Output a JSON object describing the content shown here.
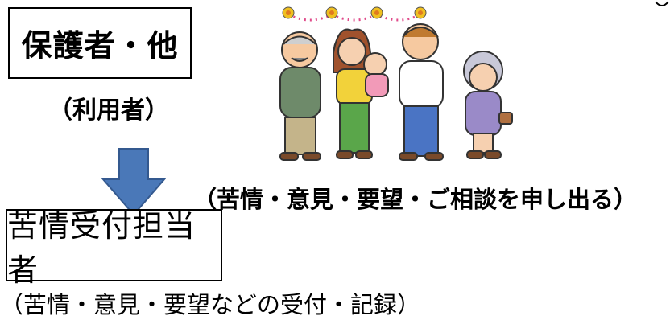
{
  "guardian_box": {
    "label": "保護者・他"
  },
  "user_note": "（利用者）",
  "request_note": "（苦情・意見・要望・ご相談を申し出る）",
  "receiver_box": {
    "label": "苦情受付担当者"
  },
  "record_note": "（苦情・意見・要望などの受付・記録）",
  "colors": {
    "arrow": "#4a78b8",
    "arrow_outline": "#34598f",
    "garland": "#f0c020",
    "garland_dots": "#e04a8a"
  },
  "icons": [
    "down-arrow-icon",
    "family-illustration",
    "flower-garland-icon"
  ]
}
